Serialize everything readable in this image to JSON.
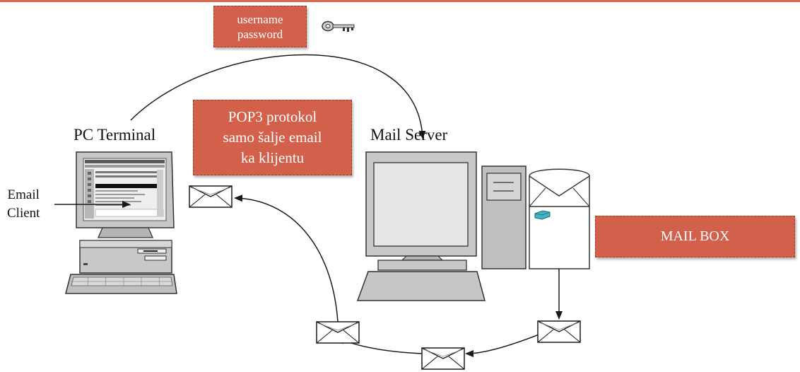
{
  "colors": {
    "accent": "#d2604a",
    "accent_border": "#9a3b1d",
    "top_bar": "#d9694f",
    "line": "#1a1a1a",
    "monitor_body": "#c8c8c8",
    "tower_body": "#bfbfbf",
    "mailbox_cyan": "#3fb4c4"
  },
  "icons": {
    "key": "key-icon",
    "envelope": "envelope-icon",
    "computer": "computer-icon"
  },
  "callouts": {
    "credentials": {
      "line1": "username",
      "line2": "password"
    },
    "pop3": {
      "line1": "POP3 protokol",
      "line2": "samo šalje email",
      "line3": "ka klijentu"
    },
    "mailbox": "MAIL BOX"
  },
  "labels": {
    "pc_terminal": "PC Terminal",
    "mail_server": "Mail Server",
    "email_client_line1": "Email",
    "email_client_line2": "Client"
  }
}
